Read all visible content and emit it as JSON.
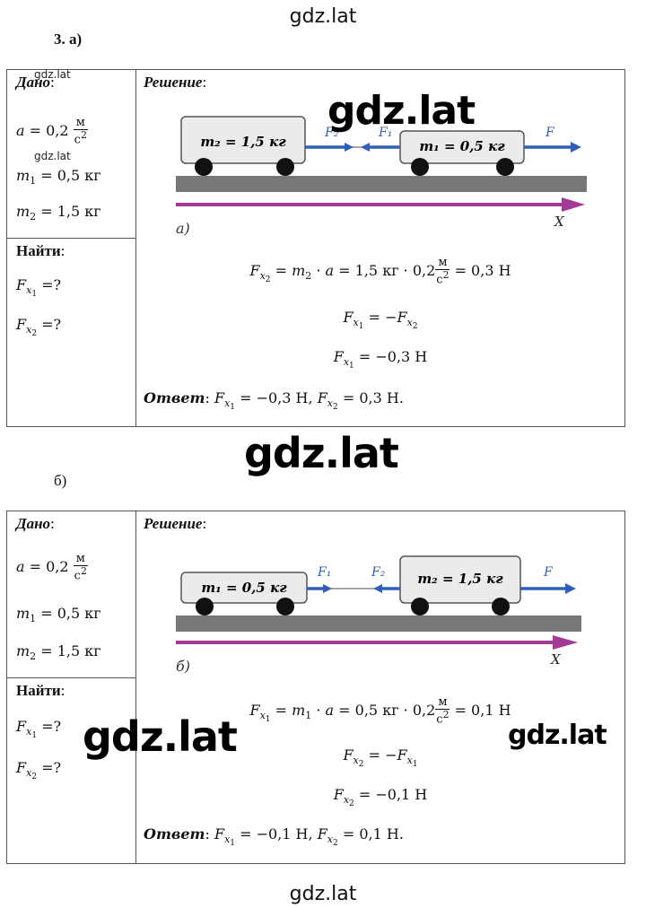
{
  "watermarks": {
    "top": "gdz.lat",
    "bottom": "gdz.lat",
    "big": "gdz.lat",
    "small": "gdz.lat",
    "right_cut": "gdz.lat"
  },
  "problem_number": "3. а)",
  "part_b_label": "б)",
  "labels": {
    "given": "Дано",
    "find": "Найти",
    "solution": "Решение",
    "answer": "Ответ"
  },
  "part_a": {
    "given": {
      "a_value": "0,2",
      "a_unit_num": "м",
      "a_unit_den": "с",
      "m1_value": "0,5 кг",
      "m2_value": "1,5 кг"
    },
    "figure": {
      "left_cart": "m₂ = 1,5 кг",
      "right_cart": "m₁ = 0,5 кг",
      "f_left": "F₂",
      "f_mid": "F₁",
      "f_right": "F",
      "axis": "X",
      "caption": "а)"
    },
    "formula1": {
      "lhs_sub": "2",
      "mid": "2",
      "val1": "1,5 кг",
      "val2": "0,2",
      "result": "= 0,3 Н"
    },
    "formula2": {
      "lhs": "1",
      "rhs": "2"
    },
    "formula3": {
      "lhs": "1",
      "result": "= −0,3 Н"
    },
    "answer": {
      "text1": "= −0,3 Н,",
      "text2": "= 0,3 Н."
    }
  },
  "part_b": {
    "given": {
      "a_value": "0,2",
      "a_unit_num": "м",
      "a_unit_den": "с",
      "m1_value": "0,5 кг",
      "m2_value": "1,5 кг"
    },
    "figure": {
      "left_cart": "m₁ = 0,5 кг",
      "right_cart": "m₂ = 1,5 кг",
      "f_left": "F₁",
      "f_mid": "F₂",
      "f_right": "F",
      "axis": "X",
      "caption": "б)"
    },
    "formula1": {
      "lhs_sub": "1",
      "mid": "1",
      "val1": "0,5 кг",
      "val2": "0,2",
      "result": "= 0,1 Н"
    },
    "formula2": {
      "lhs": "2",
      "rhs": "1"
    },
    "formula3": {
      "lhs": "2",
      "result": "= −0,1 Н"
    },
    "answer": {
      "text1": "= −0,1 Н,",
      "text2": "= 0,1 Н."
    }
  }
}
